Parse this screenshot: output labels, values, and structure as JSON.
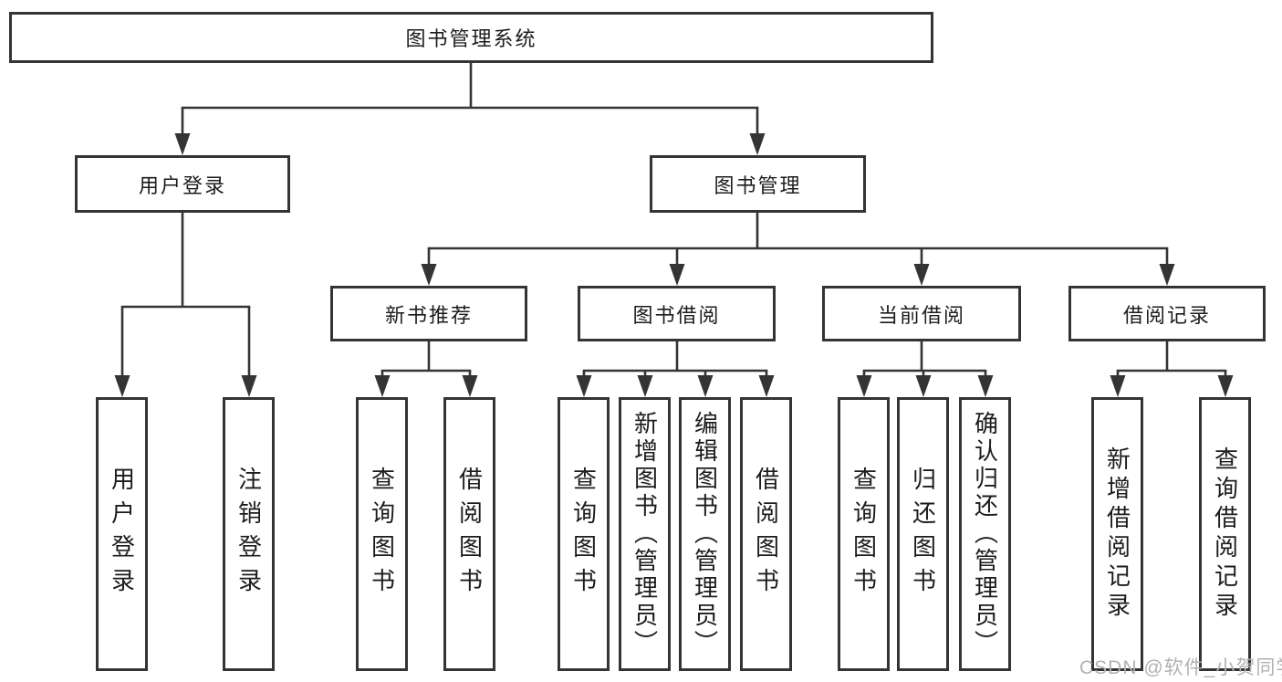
{
  "diagram": {
    "title": "图书管理系统",
    "watermark": "CSDN @软件_小贺同学",
    "colors": {
      "line": "#343434",
      "box_border": "#343434",
      "text": "#1c1c1c",
      "watermark": "#b2b2b2",
      "background": "#ffffff"
    },
    "root": {
      "label": "图书管理系统"
    },
    "branches": [
      {
        "label": "用户登录",
        "children": [
          {
            "label": "用户登录"
          },
          {
            "label": "注销登录"
          }
        ]
      },
      {
        "label": "图书管理",
        "children": [
          {
            "label": "新书推荐",
            "children": [
              {
                "label": "查询图书"
              },
              {
                "label": "借阅图书"
              }
            ]
          },
          {
            "label": "图书借阅",
            "children": [
              {
                "label": "查询图书"
              },
              {
                "label": "新增图书（管理员）"
              },
              {
                "label": "编辑图书（管理员）"
              },
              {
                "label": "借阅图书"
              }
            ]
          },
          {
            "label": "当前借阅",
            "children": [
              {
                "label": "查询图书"
              },
              {
                "label": "归还图书"
              },
              {
                "label": "确认归还（管理员）"
              }
            ]
          },
          {
            "label": "借阅记录",
            "children": [
              {
                "label": "新增借阅记录"
              },
              {
                "label": "查询借阅记录"
              }
            ]
          }
        ]
      }
    ]
  }
}
